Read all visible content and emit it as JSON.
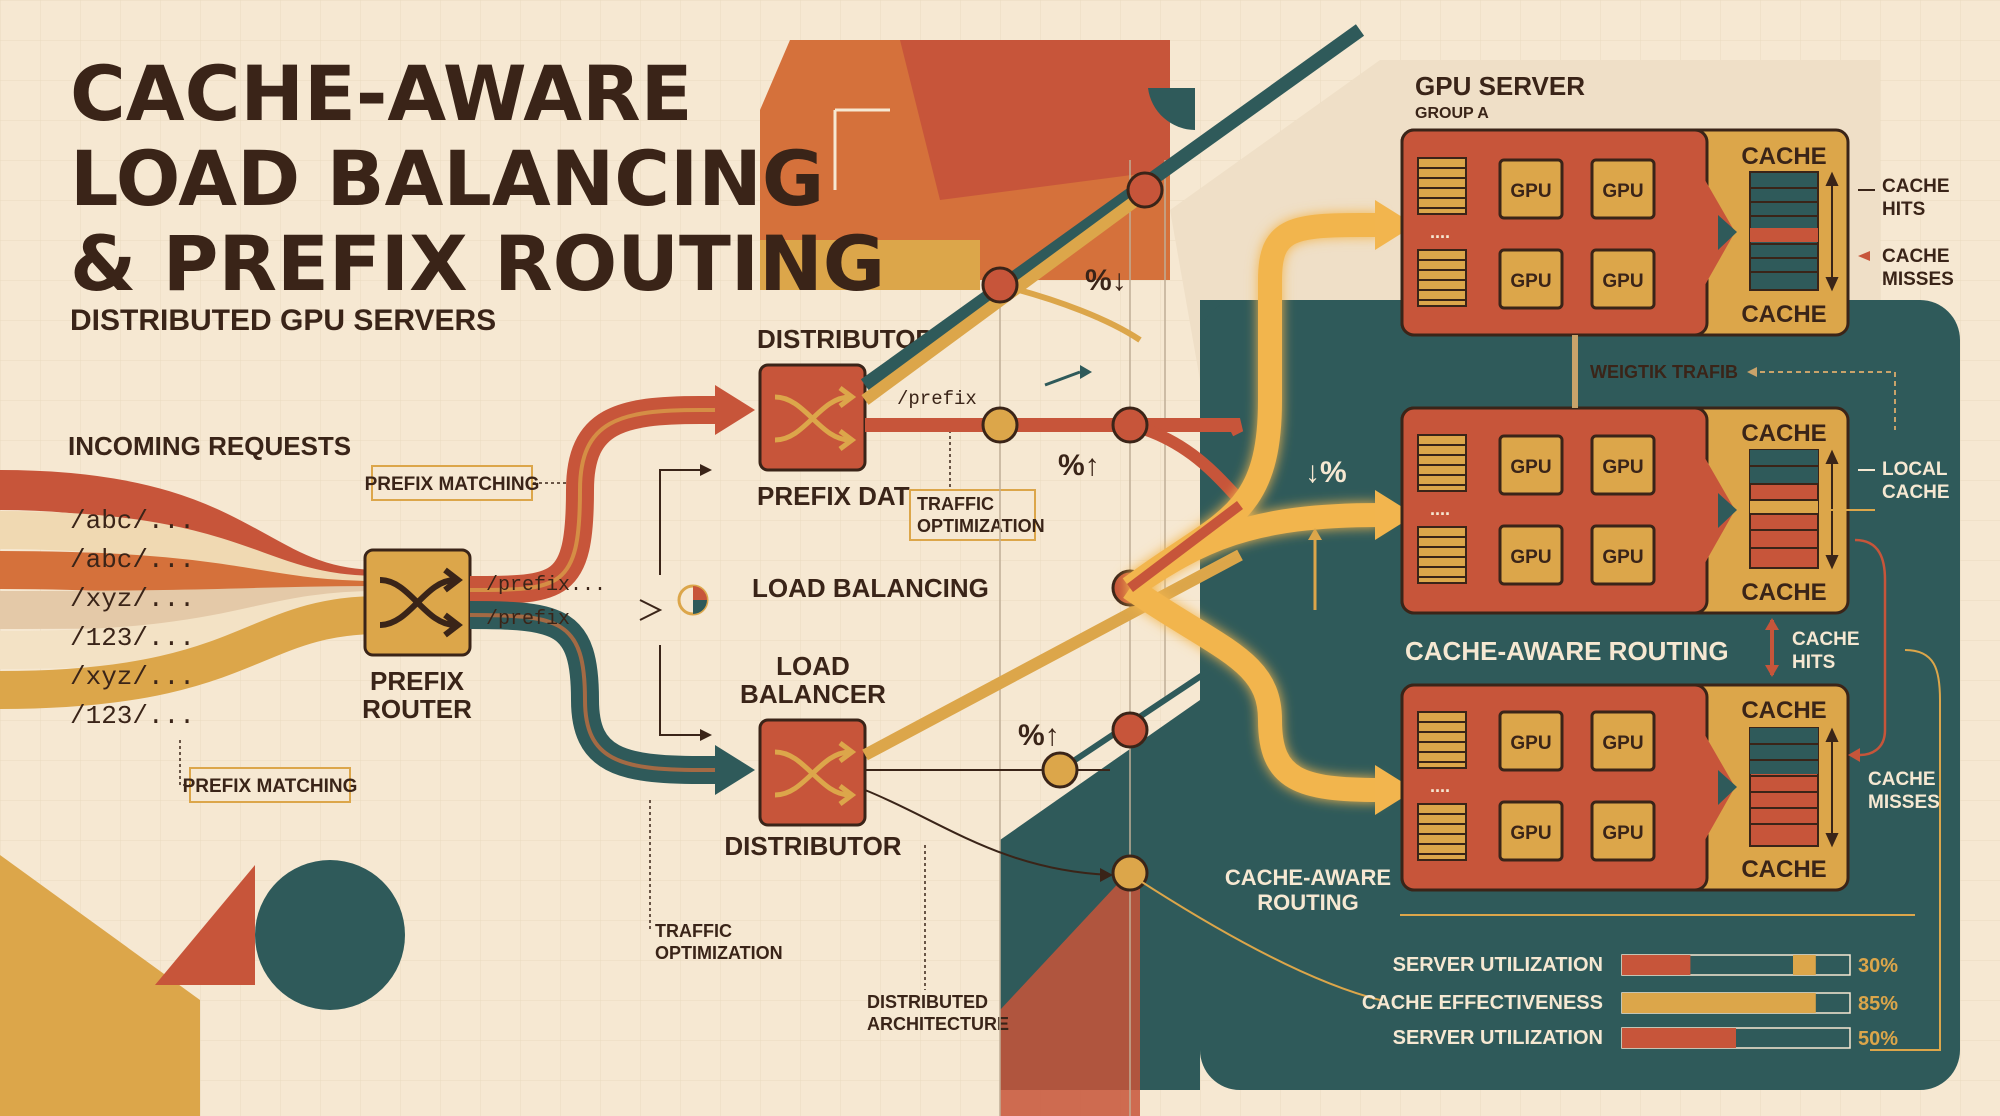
{
  "title_lines": [
    "CACHE-AWARE",
    "LOAD BALANCING",
    "& PREFIX ROUTING"
  ],
  "subtitle": "DISTRIBUTED GPU SERVERS",
  "incoming": {
    "heading": "INCOMING REQUESTS",
    "requests": [
      "/abc/...",
      "/abc/...",
      "/xyz/...",
      "/123/...",
      "/xyz/...",
      "/123/..."
    ]
  },
  "prefix_matching_top": "PREFIX MATCHING",
  "prefix_matching_bottom": "PREFIX MATCHING",
  "router": {
    "label_line1": "PREFIX",
    "label_line2": "ROUTER"
  },
  "route_labels": {
    "upper": "/prefix...",
    "lower": "/prefix",
    "mid_route": "/prefix"
  },
  "distributor_top": {
    "label": "DISTRIBUTOR",
    "sublabel": "PREFIX DAT"
  },
  "load_balancing_label": "LOAD BALANCING",
  "load_balancer": {
    "label_line1": "LOAD",
    "label_line2": "BALANCER",
    "sublabel": "DISTRIBUTOR"
  },
  "traffic_opt_box": {
    "line1": "TRAFFIC",
    "line2": "OPTIMIZATION"
  },
  "traffic_opt_bottom": {
    "line1": "TRAFFIC",
    "line2": "OPTIMIZATION"
  },
  "distributed_arch": {
    "line1": "DISTRIBUTED",
    "line2": "ARCHITECTURE"
  },
  "percent_markers": {
    "top": "%↓",
    "middle": "%↑",
    "lower": "%↑",
    "right": "↓%"
  },
  "gpu_server": {
    "heading": "GPU SERVER",
    "group": "GROUP A"
  },
  "gpu_chip_label": "GPU",
  "cache_label": "CACHE",
  "dots": "....",
  "side_labels": {
    "cache_hits_top": [
      "CACHE",
      "HITS"
    ],
    "cache_misses_top": [
      "CACHE",
      "MISSES"
    ],
    "local_cache": [
      "LOCAL",
      "CACHE"
    ],
    "cache_hits_mid": [
      "CACHE",
      "HITS"
    ],
    "cache_misses_bottom": [
      "CACHE",
      "MISSES"
    ]
  },
  "weight_traffic": "WEIGTIK TRAFIB",
  "cache_aware_routing_main": "CACHE-AWARE ROUTING",
  "cache_aware_routing_small": [
    "CACHE-AWARE",
    "ROUTING"
  ],
  "metrics": [
    {
      "label": "SERVER UTILIZATION",
      "value": 0.3,
      "text": "30%",
      "color": "#c7553a"
    },
    {
      "label": "CACHE EFFECTIVENESS",
      "value": 0.85,
      "text": "85%",
      "color": "#dca64a"
    },
    {
      "label": "SERVER UTILIZATION",
      "value": 0.5,
      "text": "50%",
      "color": "#c7553a"
    }
  ],
  "palette": {
    "cream": "#f6e8d2",
    "rust": "#c7553a",
    "orange": "#d5713b",
    "mustard": "#dca64a",
    "teal": "#2f5a5a",
    "dark": "#3a2418"
  }
}
